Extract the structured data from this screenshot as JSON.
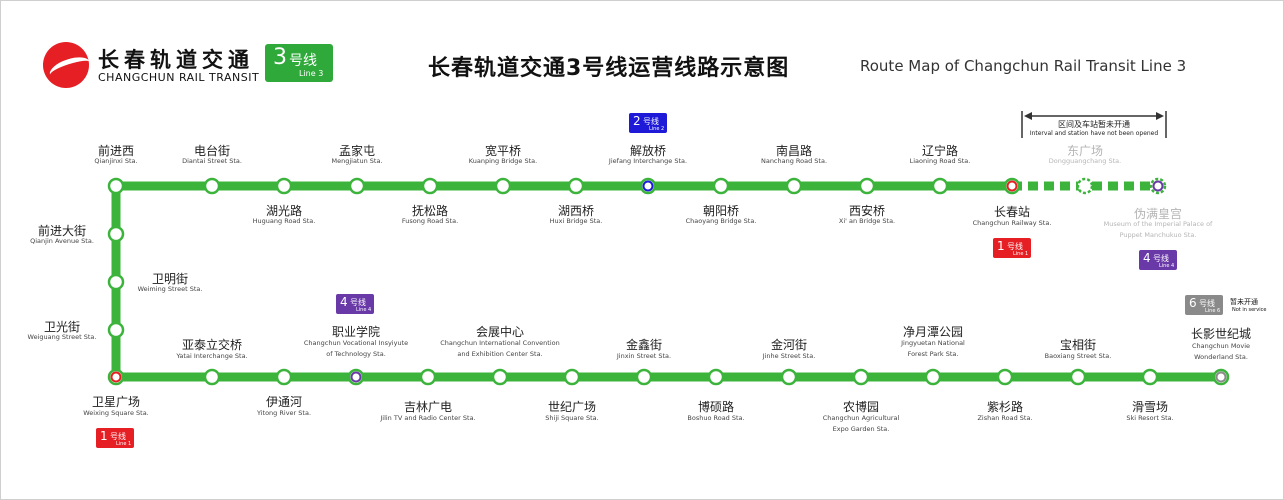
{
  "header": {
    "brand_cn": "长春轨道交通",
    "brand_en": "CHANGCHUN RAIL TRANSIT",
    "line_num": "3",
    "line_xian": "号线",
    "line_en": "Line 3",
    "title_cn": "长春轨道交通3号线运营线路示意图",
    "title_en": "Route Map of Changchun Rail Transit Line 3"
  },
  "colors": {
    "line3": "#3cb43c",
    "line1": "#e51f24",
    "line2": "#1e1ad8",
    "line4": "#6a39a8",
    "line6": "#8a8a8a"
  },
  "notice": {
    "cn": "区间及车站暂未开通",
    "en": "Interval and station have not been opened"
  },
  "not_in_service": {
    "cn": "暂未开通",
    "en": "Not in service"
  },
  "badge_text": {
    "l1": "1",
    "l2": "2",
    "l4": "4",
    "l6": "6",
    "xian": "号线",
    "e1": "Line 1",
    "e2": "Line 2",
    "e4": "Line 4",
    "e6": "Line 6"
  },
  "stations": [
    {
      "cn": "前进西",
      "en": "Qianjinxi Sta."
    },
    {
      "cn": "电台街",
      "en": "Diantai Street Sta."
    },
    {
      "cn": "湖光路",
      "en": "Huguang Road Sta."
    },
    {
      "cn": "孟家屯",
      "en": "Mengjiatun Sta."
    },
    {
      "cn": "抚松路",
      "en": "Fusong Road Sta."
    },
    {
      "cn": "宽平桥",
      "en": "Kuanping Bridge Sta."
    },
    {
      "cn": "湖西桥",
      "en": "Huxi Bridge Sta."
    },
    {
      "cn": "解放桥",
      "en": "Jiefang Interchange Sta."
    },
    {
      "cn": "朝阳桥",
      "en": "Chaoyang Bridge Sta."
    },
    {
      "cn": "南昌路",
      "en": "Nanchang Road Sta."
    },
    {
      "cn": "西安桥",
      "en": "Xi' an Bridge Sta."
    },
    {
      "cn": "辽宁路",
      "en": "Liaoning Road Sta."
    },
    {
      "cn": "长春站",
      "en": "Changchun Railway Sta."
    },
    {
      "cn": "东广场",
      "en": "Dongguangchang Sta."
    },
    {
      "cn": "伪满皇宫",
      "en": "Museum of the Imperial Palace of",
      "en2": "Puppet Manchukuo Sta."
    },
    {
      "cn": "前进大街",
      "en": "Qianjin Avenue Sta."
    },
    {
      "cn": "卫明街",
      "en": "Weiming Street Sta."
    },
    {
      "cn": "卫光街",
      "en": "Weiguang Street Sta."
    },
    {
      "cn": "卫星广场",
      "en": "Weixing Square Sta."
    },
    {
      "cn": "亚泰立交桥",
      "en": "Yatai Interchange Sta."
    },
    {
      "cn": "伊通河",
      "en": "Yitong River Sta."
    },
    {
      "cn": "职业学院",
      "en": "Changchun Vocational Insyiyute",
      "en2": "of Technology Sta."
    },
    {
      "cn": "吉林广电",
      "en": "Jilin TV and Radio Center Sta."
    },
    {
      "cn": "会展中心",
      "en": "Changchun International Convention",
      "en2": "and Exhibition Center Sta."
    },
    {
      "cn": "世纪广场",
      "en": "Shiji Square Sta."
    },
    {
      "cn": "金鑫街",
      "en": "Jinxin Street Sta."
    },
    {
      "cn": "博硕路",
      "en": "Boshuo Road Sta."
    },
    {
      "cn": "金河街",
      "en": "Jinhe Street Sta."
    },
    {
      "cn": "农博园",
      "en": "Changchun Agricultural",
      "en2": "Expo Garden Sta."
    },
    {
      "cn": "净月潭公园",
      "en": "Jingyuetan National",
      "en2": "Forest Park Sta."
    },
    {
      "cn": "紫杉路",
      "en": "Zishan Road Sta."
    },
    {
      "cn": "宝相街",
      "en": "Baoxiang Street Sta."
    },
    {
      "cn": "滑雪场",
      "en": "Ski Resort Sta."
    },
    {
      "cn": "长影世纪城",
      "en": "Changchun Movie",
      "en2": "Wonderland Sta."
    }
  ]
}
